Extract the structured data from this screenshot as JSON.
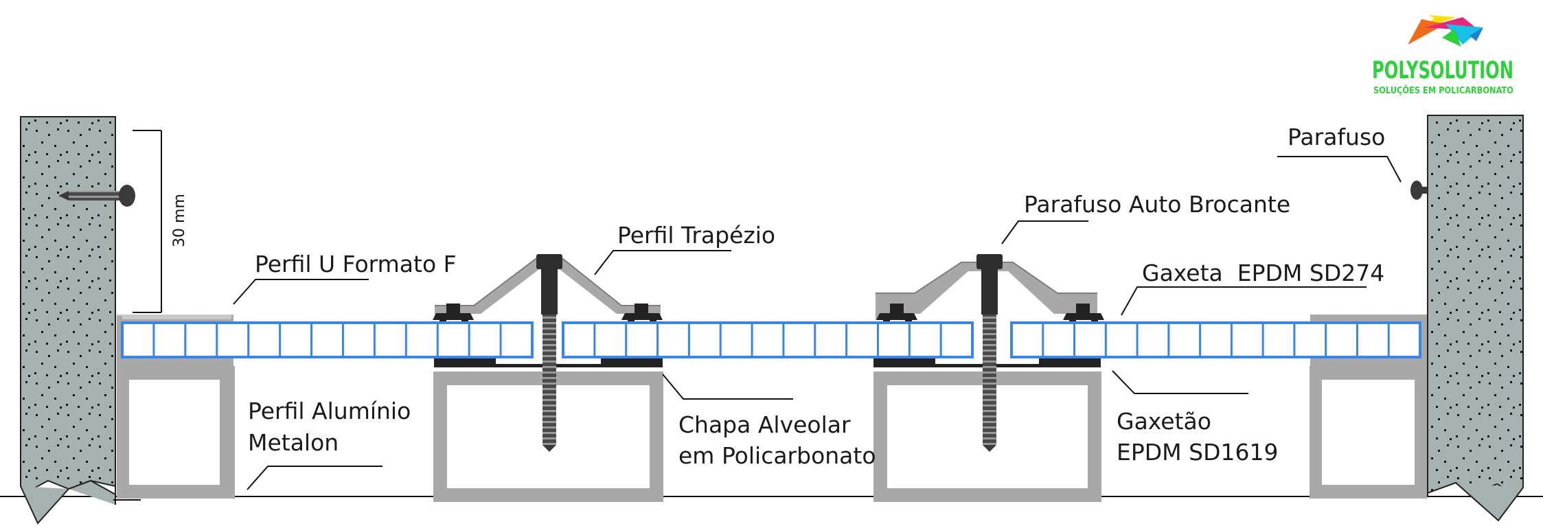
{
  "logo": {
    "name": "POLYSOLUTION",
    "tagline": "SOLUÇÕES EM POLICARBONATO",
    "colors": [
      "#f26b1d",
      "#e8257a",
      "#ffe100",
      "#16c0e8",
      "#2fd13a",
      "#1f7fd6"
    ]
  },
  "dimension": {
    "text": "30 mm"
  },
  "labels": {
    "perfil_u": "Perfil U Formato F",
    "perfil_trapezio": "Perfil Trapézio",
    "parafuso_auto": "Parafuso Auto Brocante",
    "parafuso": "Parafuso",
    "gaxeta": "Gaxeta  EPDM SD274",
    "perfil_aluminio": [
      "Perfil Alumínio",
      "Metalon"
    ],
    "chapa": [
      "Chapa Alveolar",
      "em Policarbonato"
    ],
    "gaxetao": [
      "Gaxetão",
      "EPDM SD1619"
    ]
  },
  "colors": {
    "wall": "#a6b1b1",
    "metal": "#a8a8a8",
    "sheet": "#3a86e8",
    "gasket": "#222222",
    "text": "#1a1a1a"
  }
}
